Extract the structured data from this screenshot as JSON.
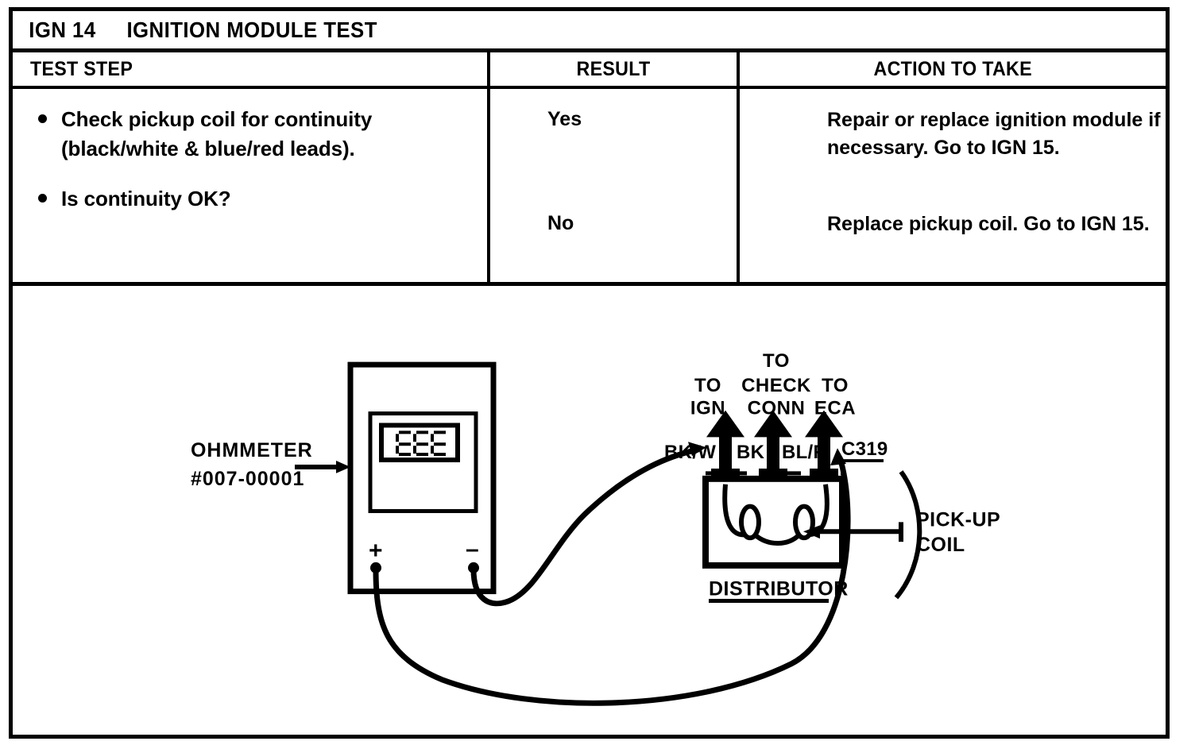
{
  "header": {
    "code": "IGN  14",
    "title": "IGNITION MODULE TEST"
  },
  "table": {
    "columns": [
      {
        "label": "TEST STEP"
      },
      {
        "label": "RESULT"
      },
      {
        "label": "ACTION TO TAKE"
      }
    ],
    "test_step_bullets": [
      "Check pickup coil for continuity (black/white & blue/red leads).",
      "Is continuity OK?"
    ],
    "results": [
      {
        "result": "Yes",
        "action": "Repair or replace ignition module if necessary. Go to IGN 15."
      },
      {
        "result": "No",
        "action": "Replace pickup coil. Go to IGN 15."
      }
    ]
  },
  "diagram": {
    "meter": {
      "name_label": "OHMMETER",
      "part_number": "#007-00001",
      "display_value": "000",
      "positive_terminal": "+",
      "negative_terminal": "–"
    },
    "connector": {
      "id": "C319",
      "pins": [
        {
          "wire": "BK/W",
          "destination_line1": "TO",
          "destination_line2": "IGN"
        },
        {
          "wire": "BK",
          "destination_line1": "TO CHECK",
          "destination_line2": "CONN"
        },
        {
          "wire": "BL/R",
          "destination_line1": "TO",
          "destination_line2": "ECA"
        }
      ],
      "arrow_top_label_check": "TO"
    },
    "distributor": {
      "label": "DISTRIBUTOR",
      "component_label_line1": "PICK-UP",
      "component_label_line2": "COIL"
    }
  },
  "colors": {
    "ink": "#000000",
    "paper": "#ffffff"
  }
}
